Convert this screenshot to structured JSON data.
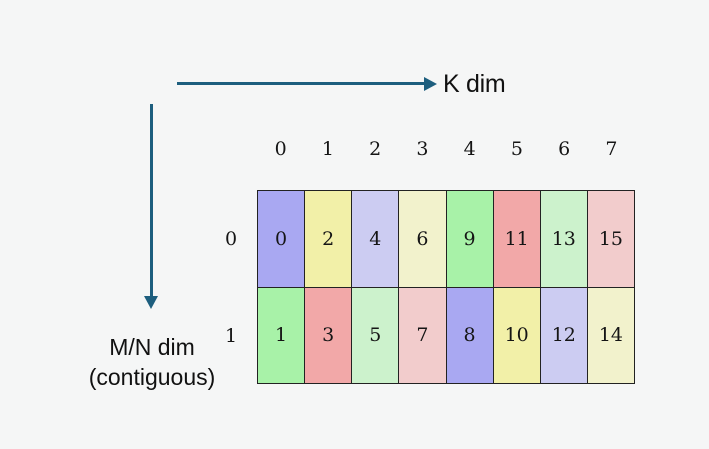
{
  "canvas": {
    "background_color": "#f5f6f6"
  },
  "axes": {
    "horizontal": {
      "label": "K dim",
      "arrow_color": "#1d5e7e",
      "direction": "right",
      "icon": "arrow-right-icon"
    },
    "vertical": {
      "label_line1": "M/N dim",
      "label_line2": "(contiguous)",
      "arrow_color": "#1d5e7e",
      "direction": "down",
      "icon": "arrow-down-icon"
    }
  },
  "grid": {
    "column_headers": [
      "0",
      "1",
      "2",
      "3",
      "4",
      "5",
      "6",
      "7"
    ],
    "row_headers": [
      "0",
      "1"
    ],
    "border_color": "#222222",
    "rows": [
      {
        "index": "0",
        "cells": [
          {
            "value": "0",
            "color": "#a9a8f2"
          },
          {
            "value": "2",
            "color": "#f2f0a8"
          },
          {
            "value": "4",
            "color": "#ccccf2"
          },
          {
            "value": "6",
            "color": "#f2f2cc"
          },
          {
            "value": "9",
            "color": "#a8f2a8"
          },
          {
            "value": "11",
            "color": "#f2a8a8"
          },
          {
            "value": "13",
            "color": "#ccf2cc"
          },
          {
            "value": "15",
            "color": "#f2cccc"
          }
        ]
      },
      {
        "index": "1",
        "cells": [
          {
            "value": "1",
            "color": "#a8f2a8"
          },
          {
            "value": "3",
            "color": "#f2a8a8"
          },
          {
            "value": "5",
            "color": "#ccf2cc"
          },
          {
            "value": "7",
            "color": "#f2cccc"
          },
          {
            "value": "8",
            "color": "#a9a8f2"
          },
          {
            "value": "10",
            "color": "#f2f0a8"
          },
          {
            "value": "12",
            "color": "#ccccf2"
          },
          {
            "value": "14",
            "color": "#f2f2cc"
          }
        ]
      }
    ]
  }
}
